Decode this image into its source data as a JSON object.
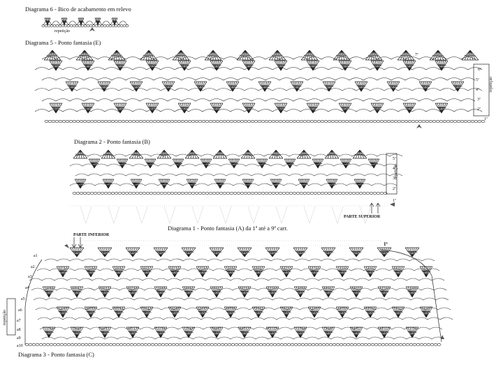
{
  "diagram6": {
    "title": "Diagrama 6 - Bico de acabamento em relevo",
    "repeat_label": "repetição"
  },
  "diagram5": {
    "title": "Diagrama 5 - Ponto fantasia (E)",
    "repeat_label": "repetição",
    "row_labels": [
      "7ª",
      "6ª",
      "5ª",
      "4ª",
      "3ª",
      "2ª",
      "1ª"
    ]
  },
  "diagram2": {
    "title": "Diagrama 2 - Ponto fantasia (B)",
    "repeat_label": "repetição",
    "row_labels": [
      "5ª",
      "4ª",
      "3ª",
      "2ª",
      "1ª"
    ],
    "top_part_label": "PARTE SUPERIOR"
  },
  "diagram1": {
    "title": "Diagrama 1 - Ponto fantasia (A) da 1ª até a 9ª carr.",
    "row_label": "1ª",
    "bottom_part_label": "PARTE INFERIOR"
  },
  "diagram3": {
    "title": "Diagrama 3 - Ponto fantasia (C)",
    "repeat_label": "repetição",
    "row_labels": [
      "a1",
      "a2",
      "a3",
      "a4",
      "a5",
      "a6",
      "a7",
      "a8",
      "a9",
      "a10"
    ]
  },
  "colors": {
    "ink": "#222222",
    "arrow": "#555555"
  }
}
